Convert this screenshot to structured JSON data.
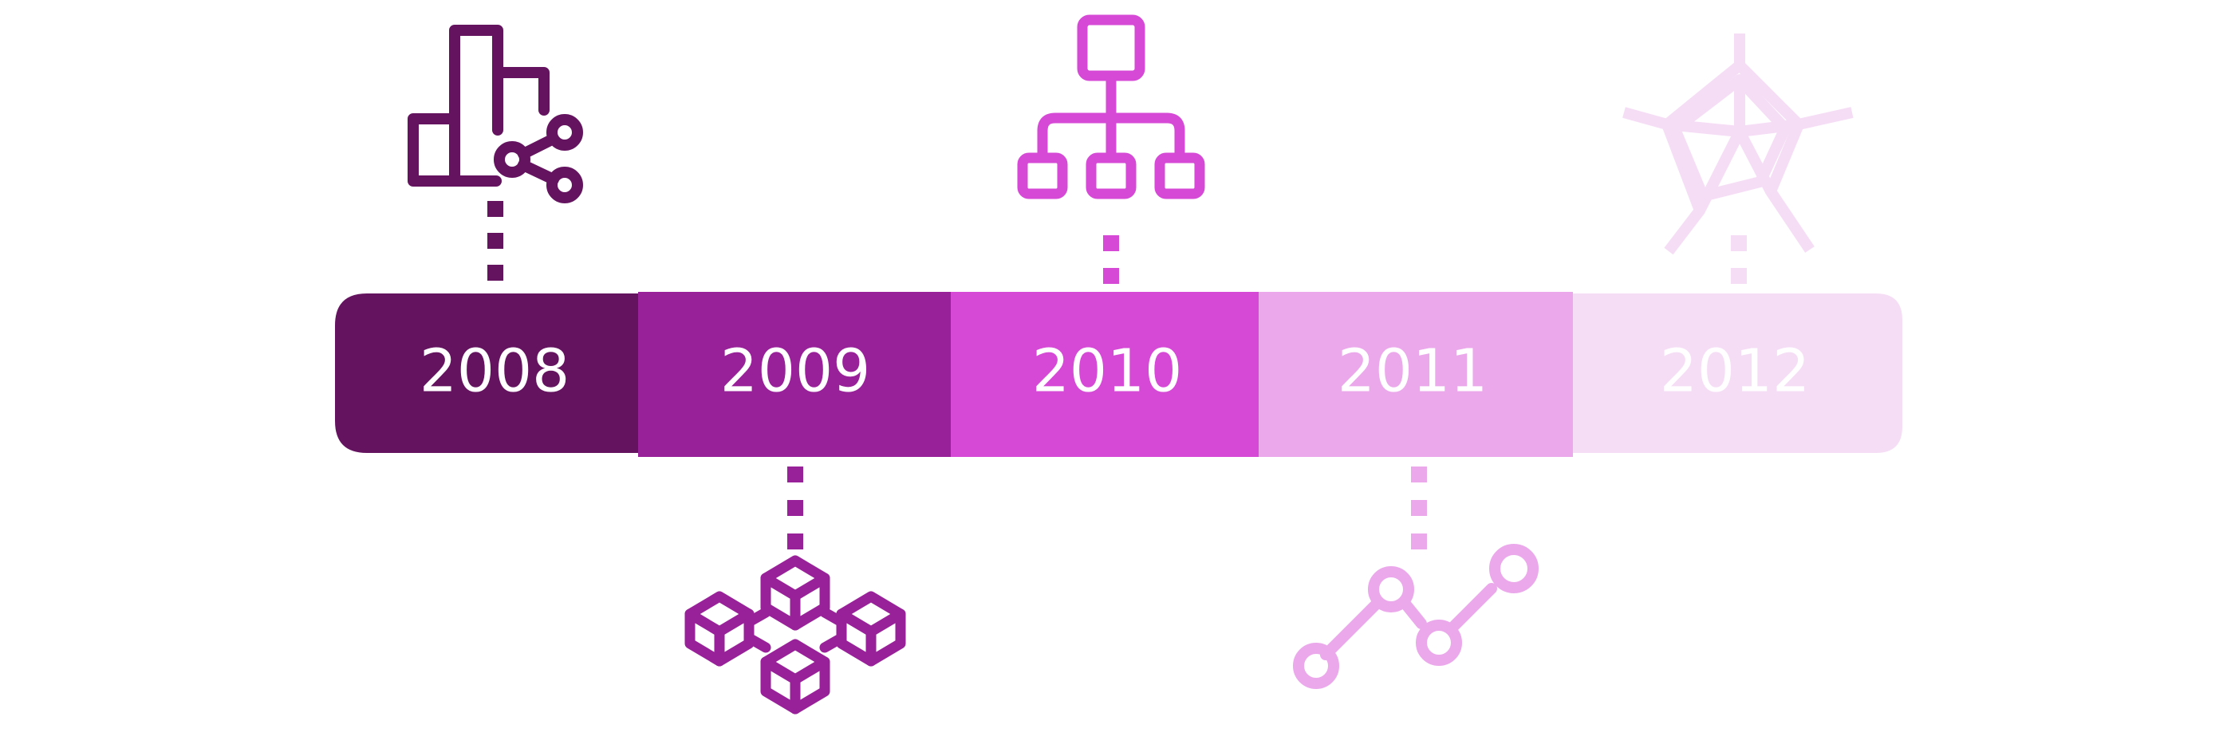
{
  "timeline": {
    "segments": [
      {
        "year": "2008",
        "color": "#64145F",
        "icon": "bar-chart-share-icon",
        "icon_position": "above"
      },
      {
        "year": "2009",
        "color": "#982098",
        "icon": "blockchain-cubes-icon",
        "icon_position": "below"
      },
      {
        "year": "2010",
        "color": "#D649D6",
        "icon": "hierarchy-org-chart-icon",
        "icon_position": "above"
      },
      {
        "year": "2011",
        "color": "#EBA8EB",
        "icon": "line-graph-nodes-icon",
        "icon_position": "below"
      },
      {
        "year": "2012",
        "color": "#F6DDF6",
        "icon": "radar-chart-icon",
        "icon_position": "above"
      }
    ]
  }
}
